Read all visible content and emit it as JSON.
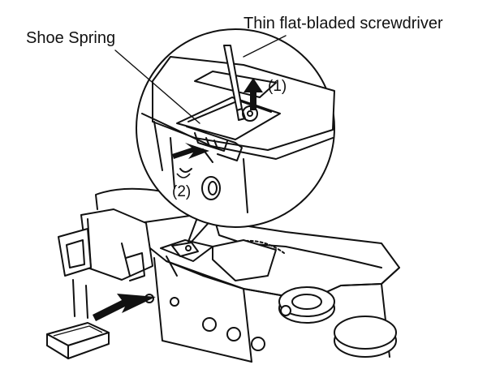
{
  "diagram": {
    "labels": {
      "shoe_spring": "Shoe Spring",
      "screwdriver": "Thin flat-bladed screwdriver",
      "step_1": "(1)",
      "step_2": "(2)"
    },
    "colors": {
      "line": "#111111",
      "background": "#ffffff"
    }
  }
}
